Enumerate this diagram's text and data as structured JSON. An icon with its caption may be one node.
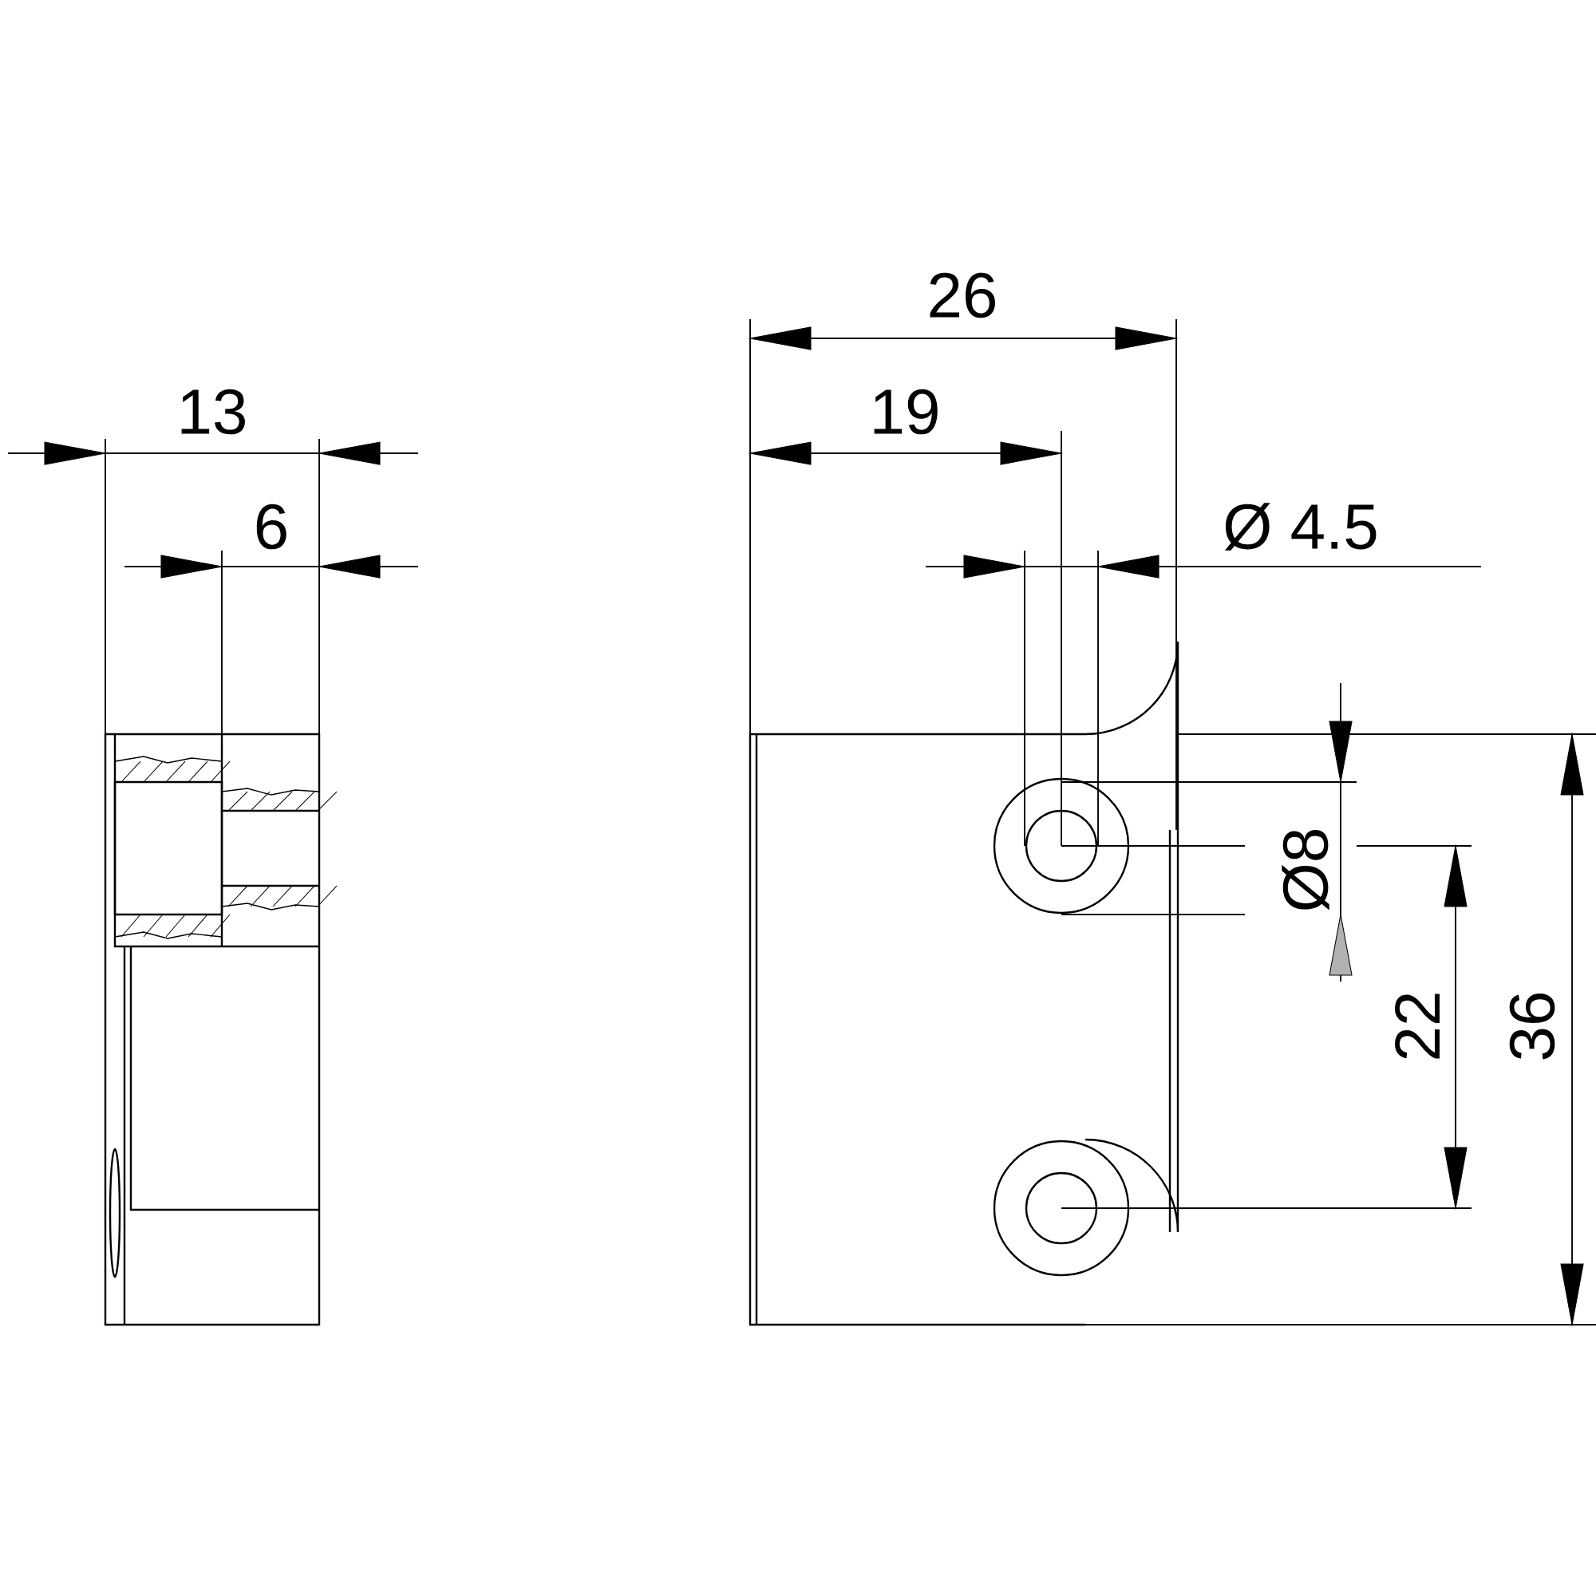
{
  "diagram": {
    "labels": [
      "26",
      "13",
      "19",
      "6",
      "Ø 4.5",
      "Ø8",
      "22",
      "36"
    ]
  }
}
